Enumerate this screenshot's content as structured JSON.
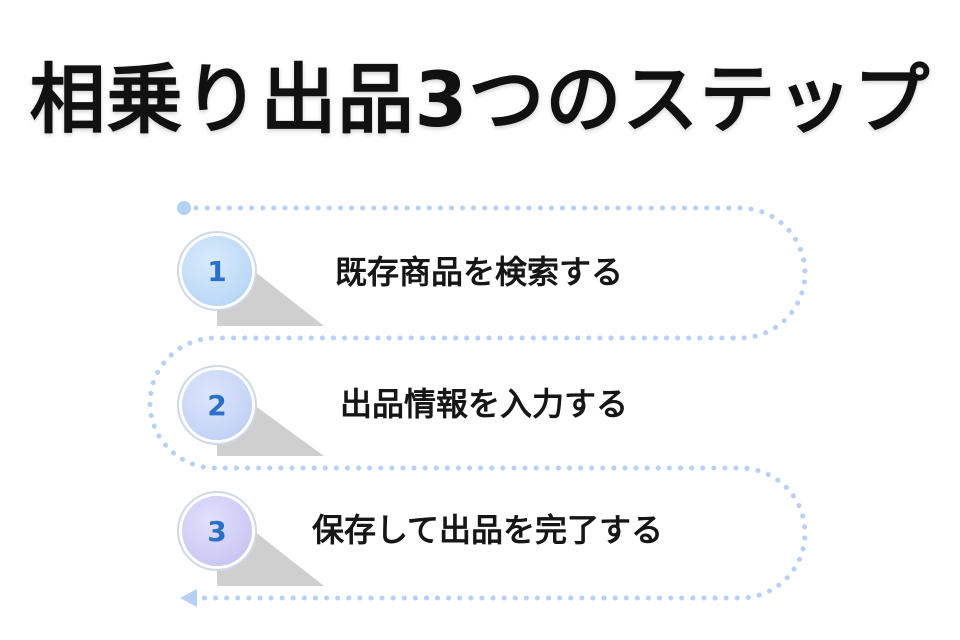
{
  "title": "相乗り出品3つのステップ",
  "steps": [
    {
      "number": "1",
      "label": "既存商品を検索する"
    },
    {
      "number": "2",
      "label": "出品情報を入力する"
    },
    {
      "number": "3",
      "label": "保存して出品を完了する"
    }
  ],
  "colors": {
    "path_dots": "#b7d0f5",
    "badge_blue": "#bcd9f7",
    "badge_purple": "#c9c9f2",
    "number_text": "#2a6fc9",
    "shadow": "#cfcfcf"
  }
}
